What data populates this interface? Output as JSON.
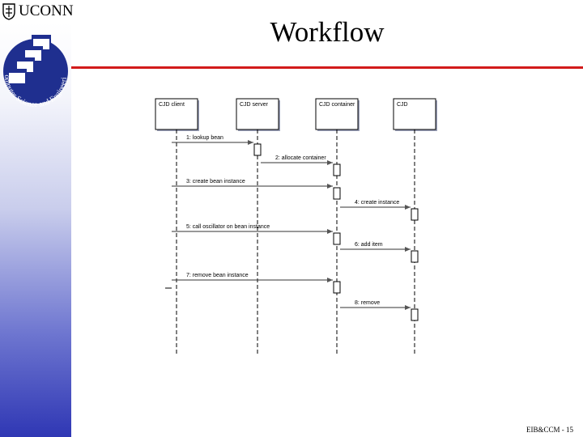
{
  "brand": {
    "name": "UCONN",
    "seal_icon": "university-seal-icon"
  },
  "logo": {
    "icon": "stacked-windows-icon",
    "arc_text": "Computer Science and Engineering"
  },
  "slide": {
    "title": "Workflow",
    "footer": "EIB&CCM - 15"
  },
  "diagram": {
    "participants": [
      "CJD client",
      "CJD server",
      "CJD container",
      "CJD"
    ],
    "messages": [
      {
        "label": "1: lookup bean",
        "from": 0,
        "to": 1
      },
      {
        "label": "2: allocate container",
        "from": 1,
        "to": 2
      },
      {
        "label": "3: create bean instance",
        "from": 0,
        "to": 2
      },
      {
        "label": "4: create instance",
        "from": 2,
        "to": 3
      },
      {
        "label": "5: call oscillator on bean instance",
        "from": 0,
        "to": 2
      },
      {
        "label": "6: add item",
        "from": 2,
        "to": 3
      },
      {
        "label": "7: remove bean instance",
        "from": 0,
        "to": 2
      },
      {
        "label": "8: remove",
        "from": 2,
        "to": 3
      }
    ]
  }
}
